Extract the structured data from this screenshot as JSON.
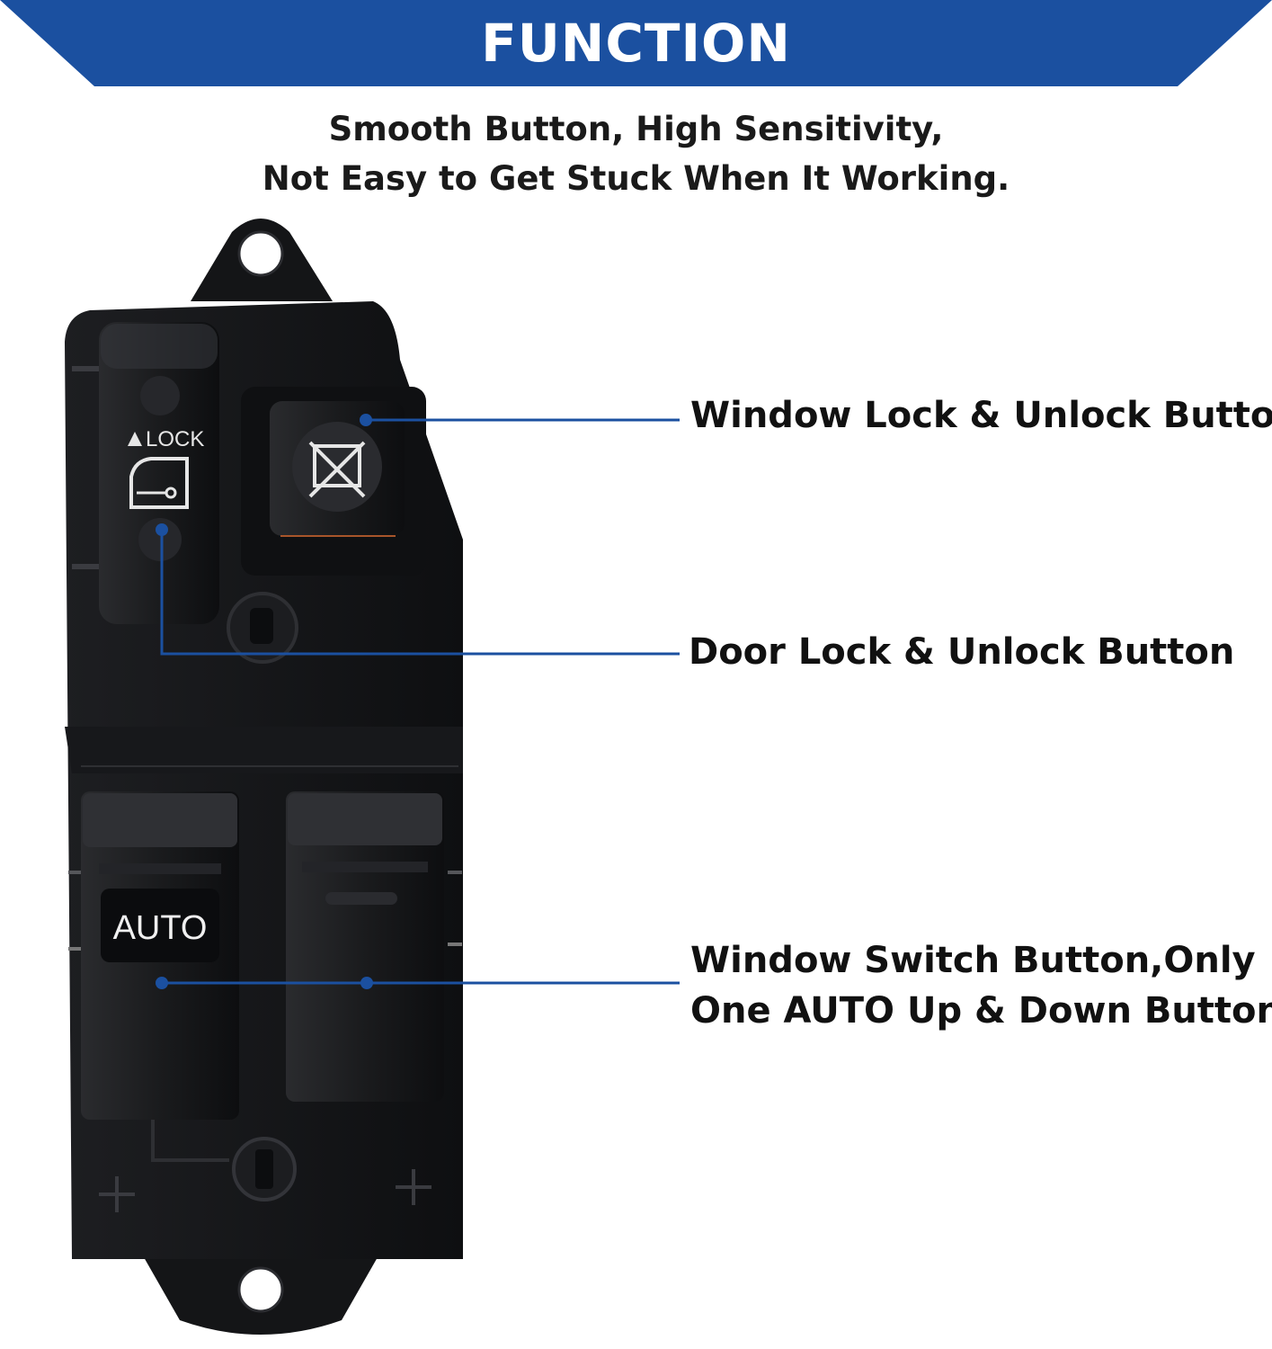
{
  "banner": {
    "title": "FUNCTION",
    "color": "#1b50a0"
  },
  "subtitle": {
    "line1": "Smooth Button, High Sensitivity,",
    "line2": "Not Easy to Get Stuck When It Working."
  },
  "product": {
    "lock_label": "LOCK",
    "auto_label": "AUTO",
    "body_color": "#111214",
    "leader_color": "#1b50a0"
  },
  "callouts": {
    "window_lock": "Window Lock & Unlock Button",
    "door_lock": "Door Lock & Unlock Button",
    "window_switch_line1": "Window Switch Button,Only",
    "window_switch_line2": "One AUTO Up & Down Button"
  }
}
